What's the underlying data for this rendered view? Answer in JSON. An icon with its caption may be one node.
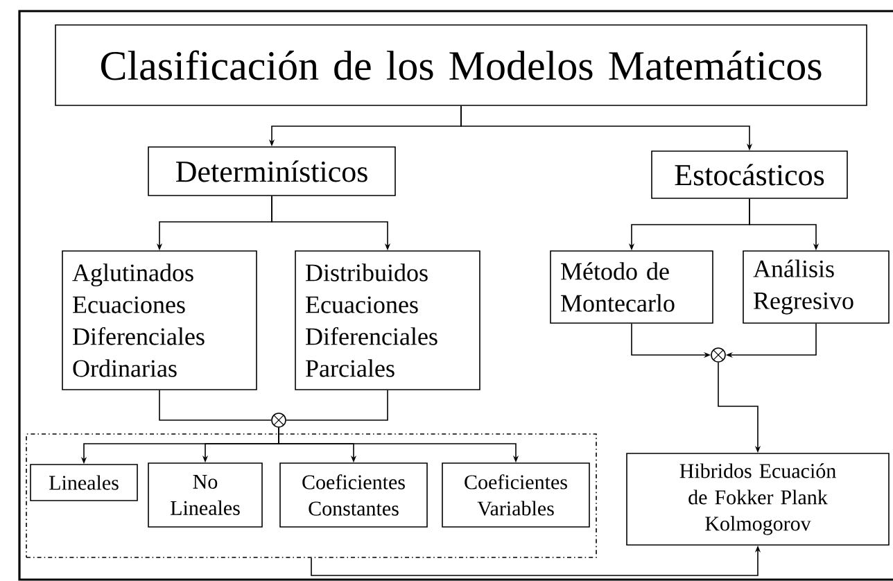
{
  "diagram": {
    "nodes": [
      {
        "text": [
          "Clasificación de los Modelos Matemáticos"
        ]
      },
      {
        "text": [
          "Determinísticos"
        ]
      },
      {
        "text": [
          "Estocásticos"
        ]
      },
      {
        "text": [
          "Aglutinados Ecuaciones Diferenciales Ordinarias"
        ]
      },
      {
        "text": [
          "Distribuidos Ecuaciones Diferenciales Parciales"
        ]
      },
      {
        "text": [
          "Método de Montecarlo"
        ]
      },
      {
        "text": [
          "Análisis Regresivo"
        ]
      },
      {
        "text": [
          "Hibridos Ecuación de Fokker Plank Kolmogorov"
        ]
      },
      {
        "text": [],
        "shape": "circle"
      },
      {
        "text": [],
        "shape": "circle"
      },
      {
        "text": [],
        "shape": "box"
      },
      {
        "text": [
          "Lineales"
        ],
        "in": 10
      },
      {
        "text": [
          "No Lineales"
        ],
        "in": 10
      },
      {
        "text": [
          "Coeficientes Constantes"
        ],
        "in": 10
      },
      {
        "text": [
          "Coeficientes Variables"
        ],
        "in": 10
      }
    ],
    "edges": [
      {
        "from": 0,
        "to": 1,
        "arrow": "to"
      },
      {
        "from": 0,
        "to": 2,
        "arrow": "to"
      },
      {
        "from": 1,
        "to": 3,
        "arrow": "to"
      },
      {
        "from": 1,
        "to": 4,
        "arrow": "to"
      },
      {
        "from": 2,
        "to": 5,
        "arrow": "to"
      },
      {
        "from": 2,
        "to": 6,
        "arrow": "to"
      },
      {
        "from": 3,
        "to": 8,
        "arrow": "none"
      },
      {
        "from": 4,
        "to": 8,
        "arrow": "none"
      },
      {
        "from": 8,
        "to": 11,
        "arrow": "to"
      },
      {
        "from": 8,
        "to": 12,
        "arrow": "to"
      },
      {
        "from": 8,
        "to": 13,
        "arrow": "to"
      },
      {
        "from": 8,
        "to": 14,
        "arrow": "to"
      },
      {
        "from": 5,
        "to": 9,
        "arrow": "to"
      },
      {
        "from": 6,
        "to": 9,
        "arrow": "to"
      },
      {
        "from": 9,
        "to": 7,
        "arrow": "to"
      },
      {
        "from": 10,
        "to": 7,
        "arrow": "to"
      }
    ]
  }
}
